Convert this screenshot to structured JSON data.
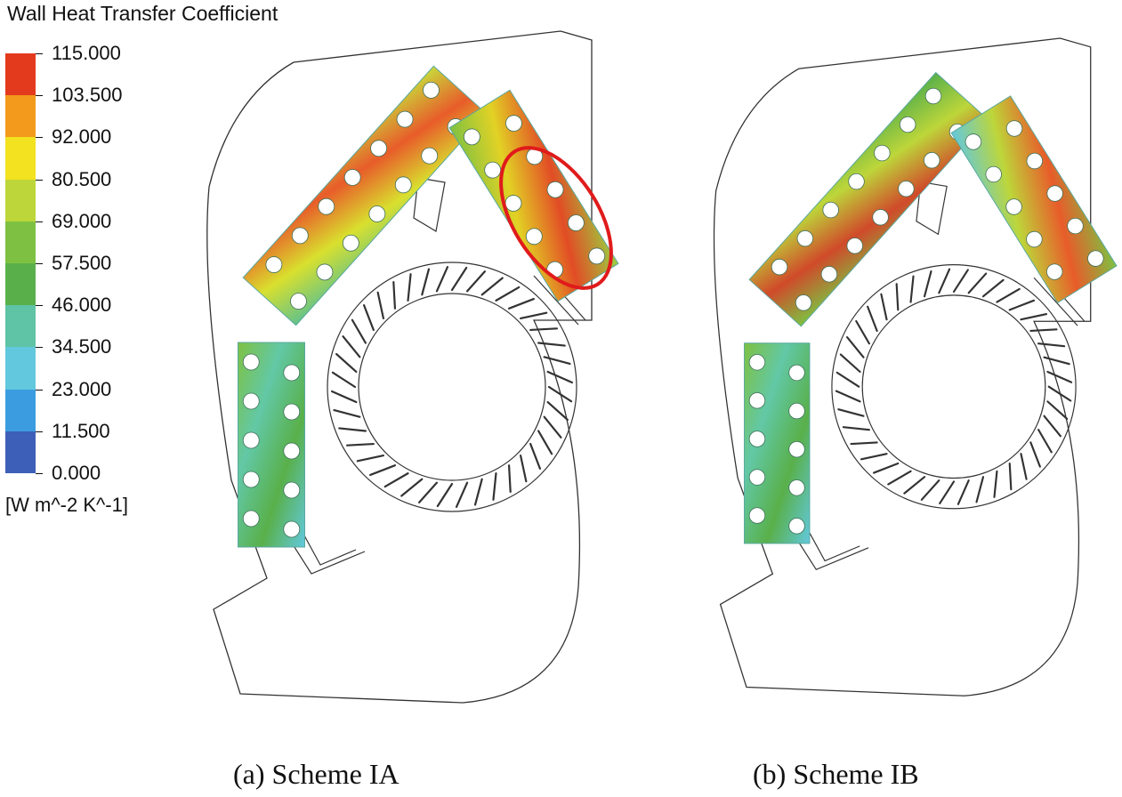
{
  "legend": {
    "title": "Wall Heat Transfer Coefficient",
    "units": "[W m^-2 K^-1]",
    "ticks": [
      "115.000",
      "103.500",
      "92.000",
      "80.500",
      "69.000",
      "57.500",
      "46.000",
      "34.500",
      "23.000",
      "11.500",
      "0.000"
    ],
    "colors": [
      "#e33a1e",
      "#f39a1c",
      "#f2e21f",
      "#bdd63a",
      "#7ec142",
      "#59b04a",
      "#5fc3a6",
      "#62c8dd",
      "#3b9de0",
      "#3e5fb8"
    ]
  },
  "panels": [
    {
      "caption": "(a) Scheme IA",
      "highlight": true
    },
    {
      "caption": "(b) Scheme IB",
      "highlight": false
    }
  ],
  "colors": {
    "outline": "#333333",
    "highlight": "#e01b1b"
  }
}
